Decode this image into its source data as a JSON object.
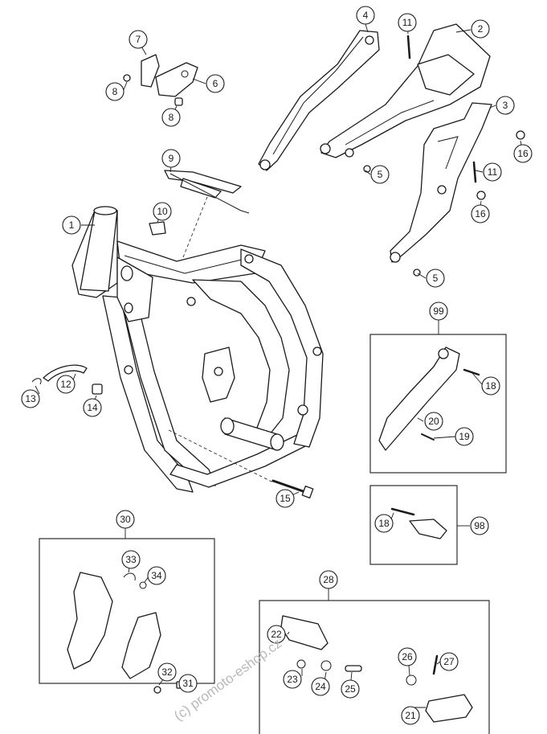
{
  "callouts": [
    "1",
    "2",
    "3",
    "4",
    "5",
    "5",
    "6",
    "7",
    "8",
    "8",
    "9",
    "10",
    "11",
    "11",
    "12",
    "13",
    "14",
    "15",
    "16",
    "16",
    "18",
    "18",
    "19",
    "20",
    "21",
    "22",
    "23",
    "24",
    "25",
    "26",
    "27",
    "28",
    "30",
    "31",
    "32",
    "33",
    "34",
    "98",
    "99"
  ],
  "watermark": "(c) promoto-eshop.cz",
  "colors": {
    "line": "#1a1a1a",
    "background": "#ffffff",
    "watermark": "#b8b8b8"
  }
}
